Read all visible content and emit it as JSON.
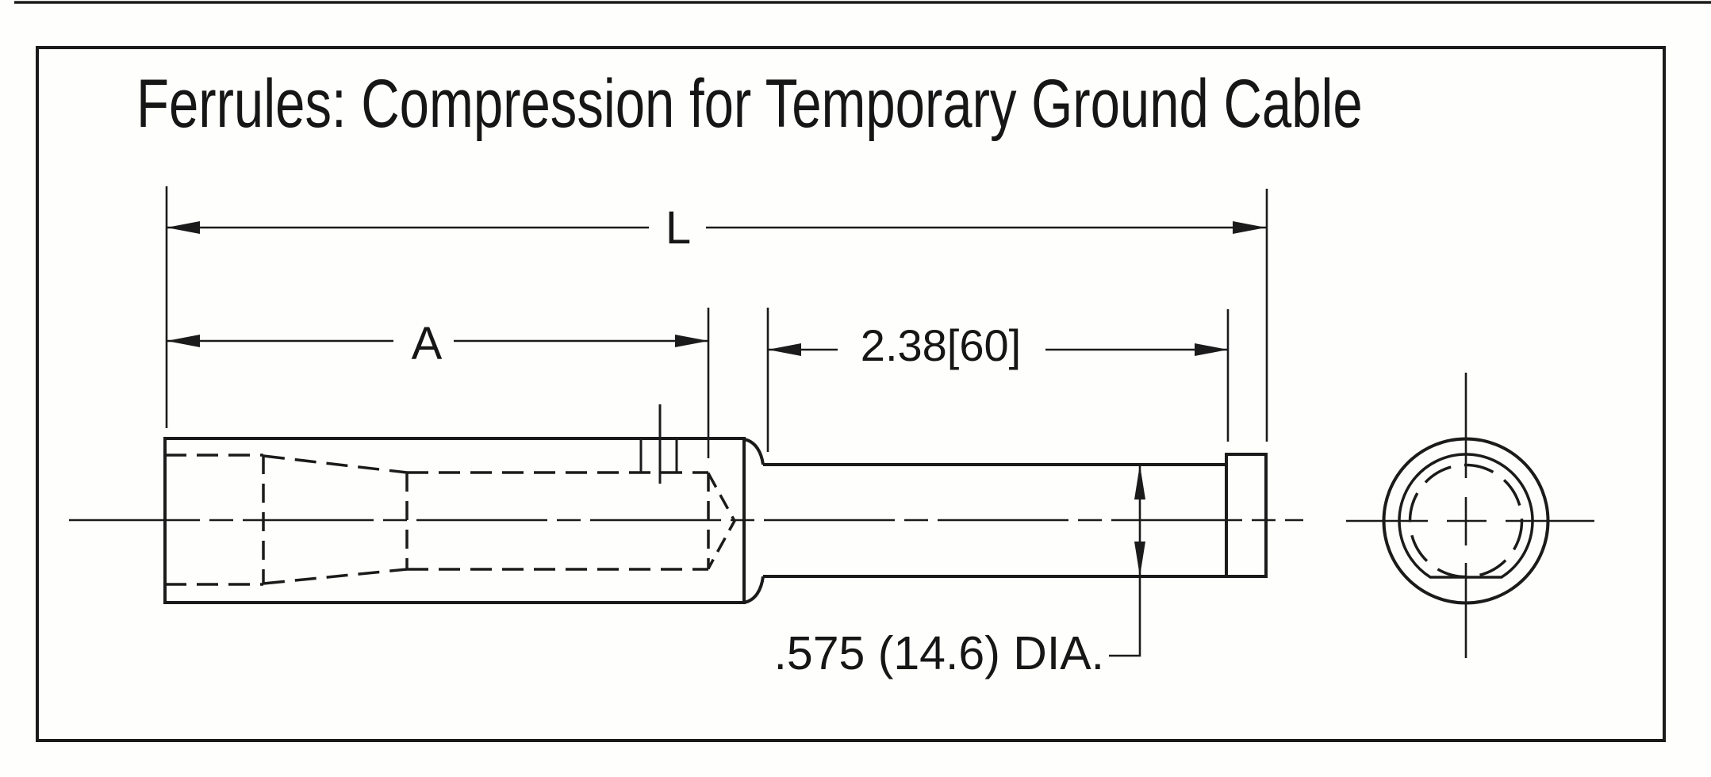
{
  "colors": {
    "ink": "#1b1b1b",
    "paper": "#fefefd"
  },
  "title": "Ferrules: Compression for Temporary Ground Cable",
  "dimensions": {
    "overall_length": "L",
    "barrel_length": "A",
    "stem_length": "2.38[60]",
    "stem_diameter": ".575 (14.6) DIA."
  }
}
